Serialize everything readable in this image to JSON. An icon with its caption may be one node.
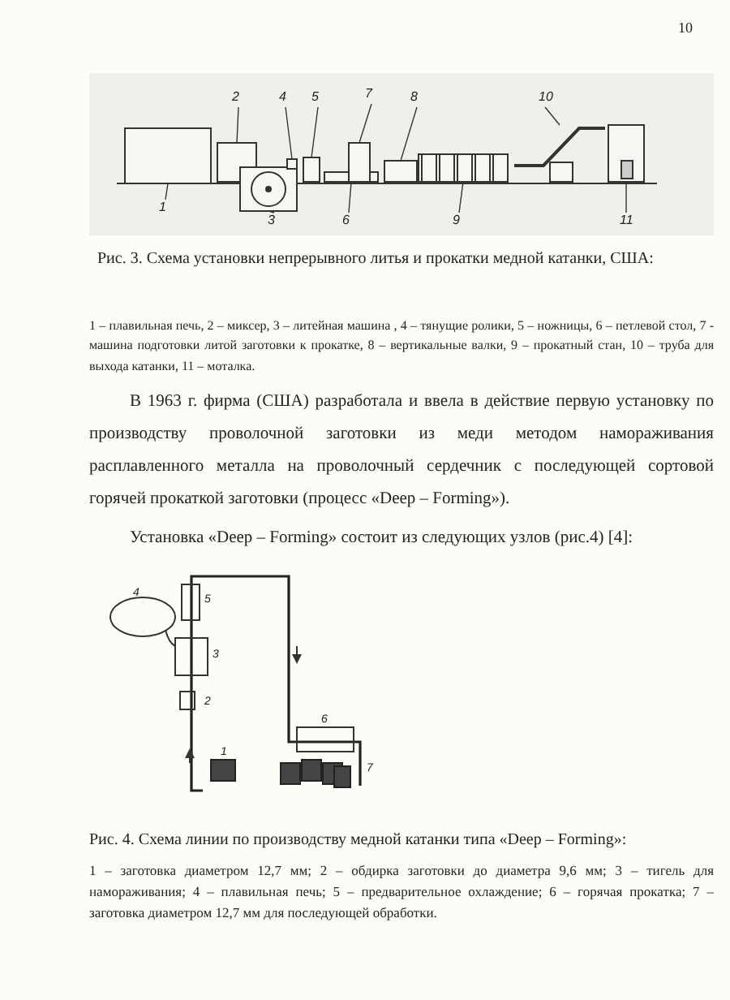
{
  "diagram": {
    "nodes": [
      {
        "text": [
          "1"
        ]
      },
      {
        "text": [
          "2"
        ]
      },
      {
        "text": [
          "3"
        ]
      },
      {
        "text": [
          "4"
        ]
      },
      {
        "text": [
          "5"
        ]
      },
      {
        "text": [
          "6"
        ]
      },
      {
        "text": [
          "7"
        ]
      },
      {
        "text": [
          "8"
        ]
      },
      {
        "text": [
          "9"
        ]
      },
      {
        "text": [
          "10"
        ]
      },
      {
        "text": [
          "11"
        ]
      },
      {
        "text": [],
        "shape": "box"
      },
      {
        "text": [],
        "shape": "box"
      },
      {
        "text": [],
        "shape": "wheel"
      },
      {
        "text": [],
        "shape": "box"
      },
      {
        "text": [],
        "shape": "box"
      },
      {
        "text": [],
        "shape": "box"
      },
      {
        "text": [],
        "shape": "box"
      },
      {
        "text": [],
        "shape": "box"
      },
      {
        "text": [],
        "shape": "box"
      },
      {
        "text": [],
        "shape": "tube"
      },
      {
        "text": [],
        "shape": "box"
      }
    ],
    "edges": [
      {
        "from": 0,
        "to": 11,
        "arrow": "none"
      },
      {
        "from": 1,
        "to": 12,
        "arrow": "none"
      },
      {
        "from": 2,
        "to": 13,
        "arrow": "none"
      },
      {
        "from": 3,
        "to": 14,
        "arrow": "none"
      },
      {
        "from": 4,
        "to": 15,
        "arrow": "none"
      },
      {
        "from": 5,
        "to": 16,
        "arrow": "none"
      },
      {
        "from": 6,
        "to": 17,
        "arrow": "none"
      },
      {
        "from": 7,
        "to": 18,
        "arrow": "none"
      },
      {
        "from": 8,
        "to": 19,
        "arrow": "none"
      },
      {
        "from": 9,
        "to": 20,
        "arrow": "none"
      },
      {
        "from": 10,
        "to": 21,
        "arrow": "none"
      }
    ],
    "labels": [
      "10",
      "Рис. 3. Схема установки непрерывного литья и прокатки медной катанки, США:",
      "1 – плавильная печь, 2 – миксер, 3 – литейная машина , 4 – тянущие ролики, 5 – ножницы, 6 – петлевой стол, 7 - машина подготовки литой заготовки к прокатке, 8 – вертикальные валки, 9 – прокатный стан, 10 – труба для выхода катанки, 11 – моталка.",
      "В 1963 г. фирма (США) разработала и ввела в действие первую установку по производству проволочной заготовки из меди методом намораживания расплавленного металла на проволочный сердечник с последующей сортовой горячей прокаткой заготовки (процесс «Deep – Forming»).",
      "Установка «Deep – Forming» состоит из следующих узлов (рис.4) [4]:",
      "4",
      "5",
      "3",
      "2",
      "6",
      "1",
      "7",
      "Рис. 4. Схема линии по производству медной катанки типа «Deep – Forming»:",
      "1 – заготовка диаметром 12,7 мм; 2 – обдирка заготовки до диаметра 9,6 мм; 3 – тигель для намораживания; 4 – плавильная печь; 5 – предварительное охлаждение; 6 – горячая прокатка; 7 – заготовка диаметром 12,7 мм для последующей обработки."
    ]
  }
}
